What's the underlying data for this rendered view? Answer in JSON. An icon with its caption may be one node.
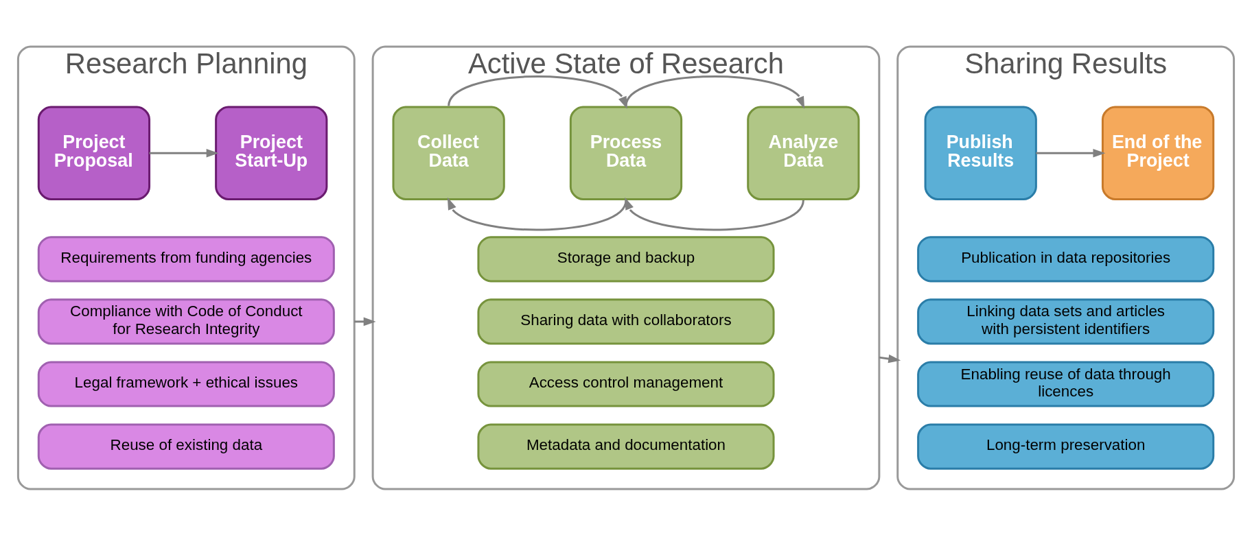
{
  "diagram": {
    "nodes": [
      {
        "text": [
          "Research Planning"
        ]
      },
      {
        "text": [
          "Project Proposal"
        ],
        "in": 0
      },
      {
        "text": [
          "Project Start-Up"
        ],
        "in": 0
      },
      {
        "text": [
          "Requirements from funding agencies"
        ],
        "in": 0
      },
      {
        "text": [
          "Compliance with Code of Conduct for Research Integrity"
        ],
        "in": 0
      },
      {
        "text": [
          "Legal framework + ethical issues"
        ],
        "in": 0
      },
      {
        "text": [
          "Reuse of existing data"
        ],
        "in": 0
      },
      {
        "text": [
          "Active State of Research"
        ]
      },
      {
        "text": [
          "Collect Data"
        ],
        "in": 7
      },
      {
        "text": [
          "Process Data"
        ],
        "in": 7
      },
      {
        "text": [
          "Analyze Data"
        ],
        "in": 7
      },
      {
        "text": [
          "Storage and backup"
        ],
        "in": 7
      },
      {
        "text": [
          "Sharing data with collaborators"
        ],
        "in": 7
      },
      {
        "text": [
          "Access control management"
        ],
        "in": 7
      },
      {
        "text": [
          "Metadata and documentation"
        ],
        "in": 7
      },
      {
        "text": [
          "Sharing Results"
        ]
      },
      {
        "text": [
          "Publish Results"
        ],
        "in": 15
      },
      {
        "text": [
          "End of the Project"
        ],
        "in": 15
      },
      {
        "text": [
          "Publication in data repositories"
        ],
        "in": 15
      },
      {
        "text": [
          "Linking data sets and articles with persistent identifiers"
        ],
        "in": 15
      },
      {
        "text": [
          "Enabling reuse of data through licences"
        ],
        "in": 15
      },
      {
        "text": [
          "Long-term preservation"
        ],
        "in": 15
      }
    ],
    "edges": [
      {
        "from": 0,
        "to": 7,
        "arrow": "to"
      },
      {
        "from": 7,
        "to": 15,
        "arrow": "to"
      },
      {
        "from": 1,
        "to": 2,
        "arrow": "to"
      },
      {
        "from": 8,
        "to": 9,
        "arrow": "to"
      },
      {
        "from": 9,
        "to": 10,
        "arrow": "to"
      },
      {
        "from": 10,
        "to": 9,
        "arrow": "to"
      },
      {
        "from": 9,
        "to": 8,
        "arrow": "to"
      },
      {
        "from": 16,
        "to": 17,
        "arrow": "to"
      }
    ]
  }
}
